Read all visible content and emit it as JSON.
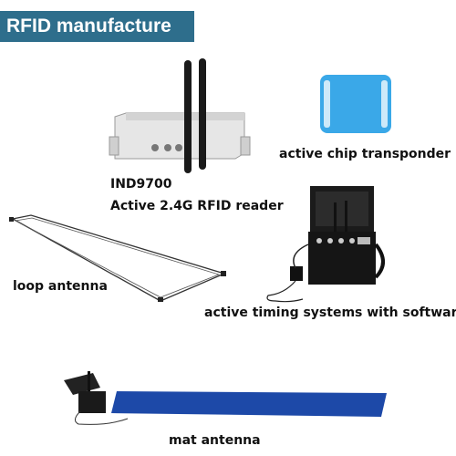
{
  "banner": {
    "title": "RFID manufacture"
  },
  "products": {
    "chip": {
      "label": "active chip transponder",
      "color": "#3aa8e8"
    },
    "reader": {
      "model": "IND9700",
      "label": "Active 2.4G RFID reader"
    },
    "loop": {
      "label": "loop antenna"
    },
    "timing": {
      "label": "active timing systems with software"
    },
    "mat": {
      "label": "mat antenna",
      "color": "#1d49a8"
    }
  }
}
